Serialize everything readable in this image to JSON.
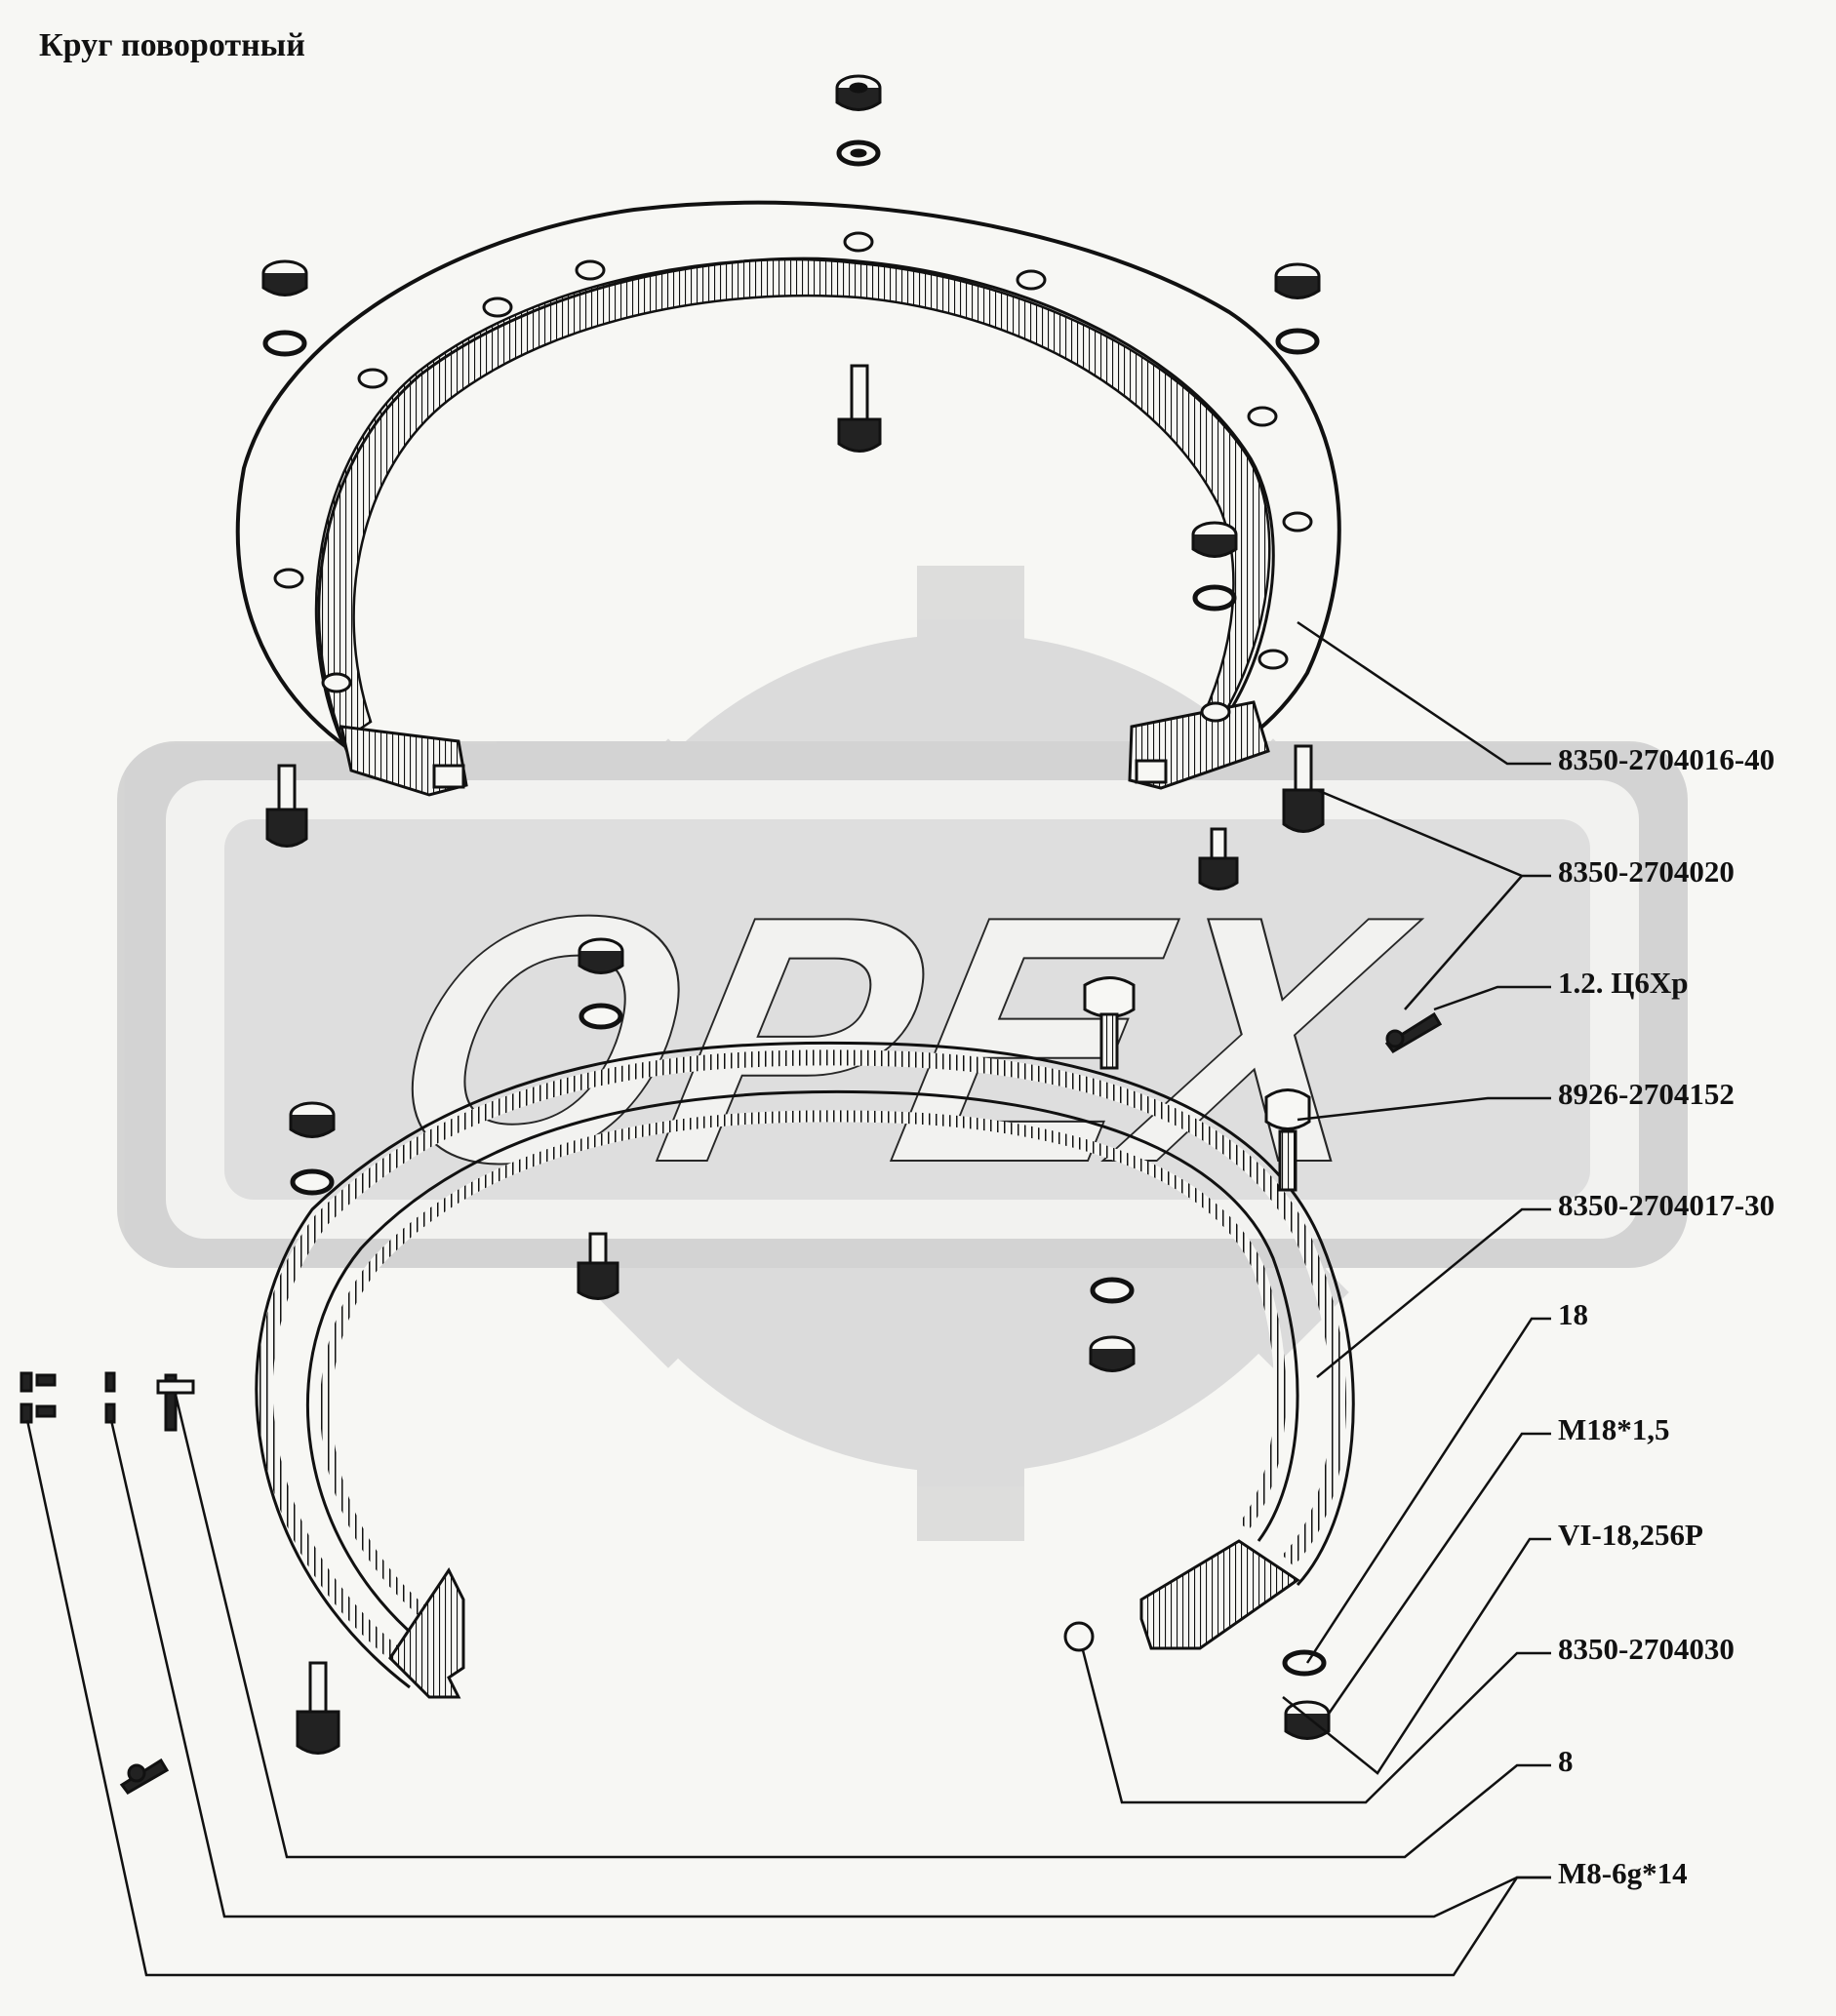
{
  "title": "Круг поворотный",
  "watermark": {
    "text": "OPEX",
    "color": "#d8d8d8"
  },
  "colors": {
    "ink": "#111111",
    "background": "#f7f7f4"
  },
  "callouts": [
    "8350-2704016-40",
    "8350-2704020",
    "1.2. Ц6Хр",
    "8926-2704152",
    "8350-2704017-30",
    "18",
    "M18*1,5",
    "VI-18,256P",
    "8350-2704030",
    "8",
    "M8-6g*14"
  ]
}
